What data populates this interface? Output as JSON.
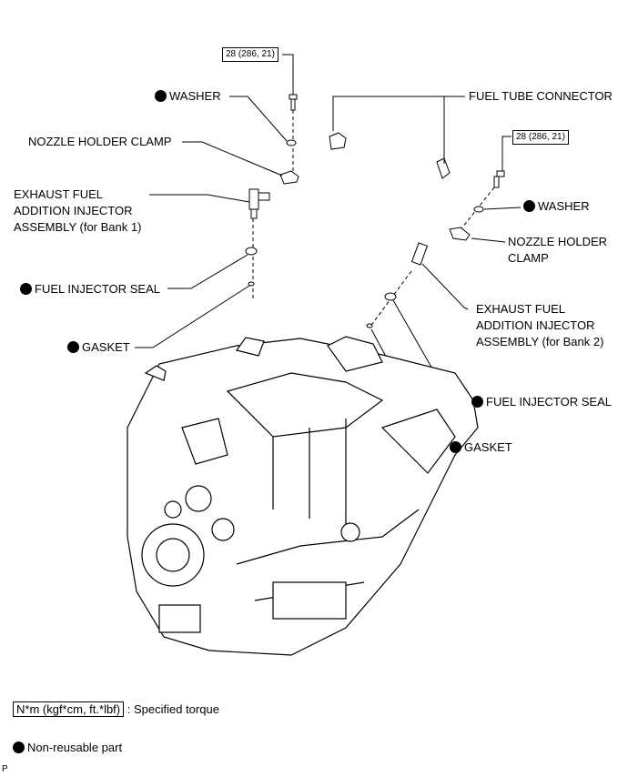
{
  "labels": {
    "washer_left": "WASHER",
    "nozzle_holder_clamp_left": "NOZZLE HOLDER CLAMP",
    "exhaust_injector_bank1": "EXHAUST FUEL ADDITION INJECTOR ASSEMBLY (for Bank 1)",
    "fuel_injector_seal_left": "FUEL INJECTOR SEAL",
    "gasket_left": "GASKET",
    "fuel_tube_connector": "FUEL TUBE CONNECTOR",
    "washer_right": "WASHER",
    "nozzle_holder_clamp_right": "NOZZLE HOLDER CLAMP",
    "exhaust_injector_bank2": "EXHAUST FUEL ADDITION INJECTOR ASSEMBLY (for Bank 2)",
    "fuel_injector_seal_right": "FUEL INJECTOR SEAL",
    "gasket_right": "GASKET"
  },
  "torque": {
    "left": "28 (286, 21)",
    "right": "28 (286, 21)"
  },
  "legend": {
    "torque_unit": "N*m (kgf*cm, ft.*lbf)",
    "torque_desc": ": Specified torque",
    "nonreusable_desc": "Non-reusable part"
  },
  "corner_mark": "P"
}
